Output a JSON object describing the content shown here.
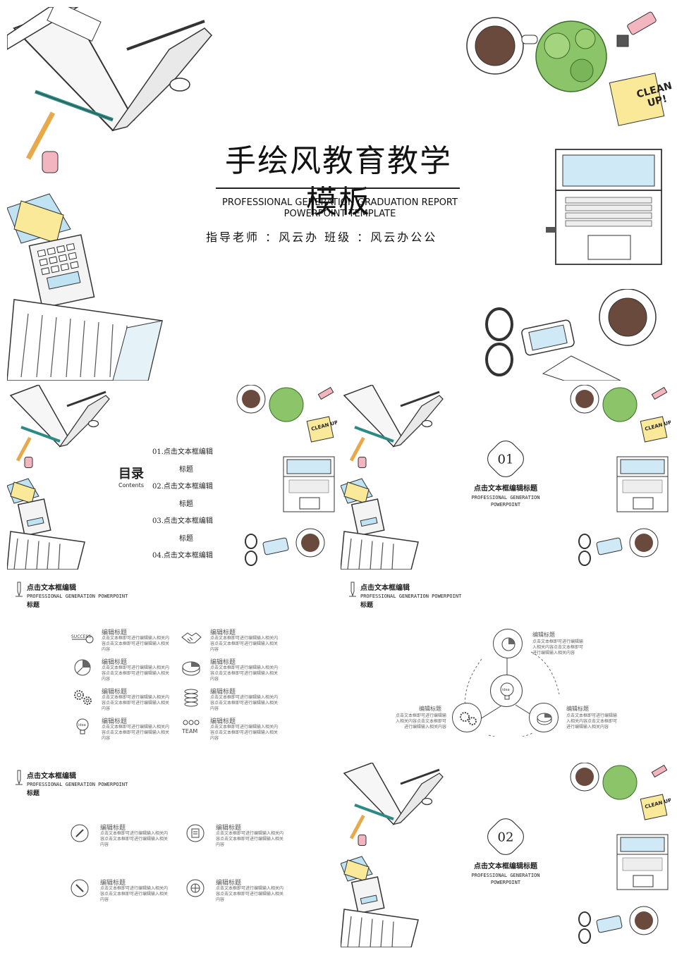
{
  "title_slide": {
    "title": "手绘风教育教学模板",
    "subtitle_line1": "PROFESSIONAL GENERATION GRADUATION REPORT",
    "subtitle_line2": "POWERPOINT TEMPLATE",
    "meta": "指导老师 ：风云办    班级 ：风云办公公"
  },
  "toc_slide": {
    "heading": "目录",
    "heading_en": "Contents",
    "items": [
      "01.点击文本框编辑",
      "标题",
      "02.点击文本框编辑",
      "标题",
      "03.点击文本框编辑",
      "标题",
      "04.点击文本框编辑"
    ]
  },
  "section_1": {
    "number": "01",
    "title": "点击文本框编辑标题",
    "en_line1": "PROFESSIONAL GENERATION",
    "en_line2": "POWERPOINT"
  },
  "section_2": {
    "number": "02",
    "title": "点击文本框编辑标题",
    "en_line1": "PROFESSIONAL GENERATION",
    "en_line2": "POWERPOINT"
  },
  "content_header": {
    "title": "点击文本框编辑",
    "en": "PROFESSIONAL GENERATION  POWERPOINT",
    "title2": "标题"
  },
  "grid_slide": {
    "items": [
      {
        "heading": "编辑标题",
        "body": "点击文本框即可进行编辑输入相关内容点击文本框即可进行编辑输入相关内容"
      },
      {
        "heading": "编辑标题",
        "body": "点击文本框即可进行编辑输入相关内容点击文本框即可进行编辑输入相关内容"
      },
      {
        "heading": "编辑标题",
        "body": "点击文本框即可进行编辑输入相关内容点击文本框即可进行编辑输入相关内容"
      },
      {
        "heading": "编辑标题",
        "body": "点击文本框即可进行编辑输入相关内容点击文本框即可进行编辑输入相关内容"
      },
      {
        "heading": "编辑标题",
        "body": "点击文本框即可进行编辑输入相关内容点击文本框即可进行编辑输入相关内容"
      },
      {
        "heading": "编辑标题",
        "body": "点击文本框即可进行编辑输入相关内容点击文本框即可进行编辑输入相关内容"
      },
      {
        "heading": "编辑标题",
        "body": "点击文本框即可进行编辑输入相关内容点击文本框即可进行编辑输入相关内容"
      },
      {
        "heading": "编辑标题",
        "body": "点击文本框即可进行编辑输入相关内容点击文本框即可进行编辑输入相关内容"
      }
    ],
    "icon_labels": {
      "success": "SUCCESS",
      "idea": "idea",
      "team": "TEAM"
    }
  },
  "cycle_slide": {
    "items": [
      {
        "heading": "编辑标题",
        "body": "点击文本框即可进行编辑输入相关内容点击文本框即可进行编辑输入相关内容"
      },
      {
        "heading": "编辑标题",
        "body": "点击文本框即可进行编辑输入相关内容点击文本框即可进行编辑输入相关内容"
      },
      {
        "heading": "编辑标题",
        "body": "点击文本框即可进行编辑输入相关内容点击文本框即可进行编辑输入相关内容"
      }
    ],
    "center_label": "idea"
  },
  "four_slide": {
    "items": [
      {
        "heading": "编辑标题",
        "body": "点击文本框即可进行编辑输入相关内容点击文本框即可进行编辑输入相关内容"
      },
      {
        "heading": "编辑标题",
        "body": "点击文本框即可进行编辑输入相关内容点击文本框即可进行编辑输入相关内容"
      },
      {
        "heading": "编辑标题",
        "body": "点击文本框即可进行编辑输入相关内容点击文本框即可进行编辑输入相关内容"
      },
      {
        "heading": "编辑标题",
        "body": "点击文本框即可进行编辑输入相关内容点击文本框即可进行编辑输入相关内容"
      }
    ]
  },
  "sticky_note_text": "CLEAN UP!",
  "sticky_line1": "CLEAN",
  "sticky_line2": "UP!",
  "colors": {
    "ink": "#222222",
    "sticky": "#fbe99a",
    "plant": "#8cc46a",
    "screen": "#cfe9f6",
    "pink": "#f3b6c0"
  }
}
